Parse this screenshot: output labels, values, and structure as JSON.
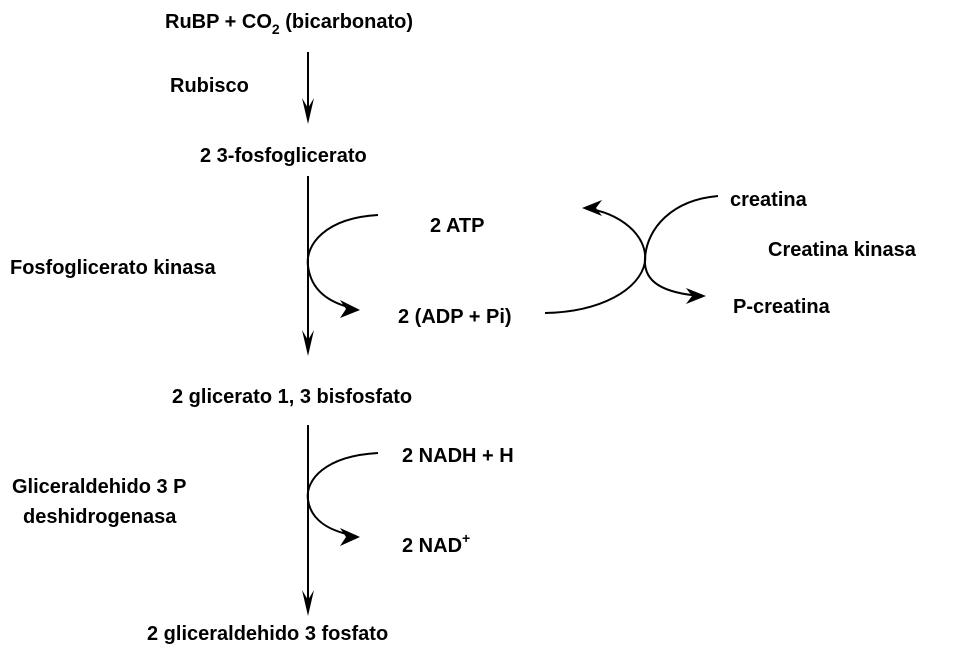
{
  "labels": {
    "reactant_prefix": "RuBP + CO",
    "reactant_subscript": "2",
    "reactant_suffix": " (bicarbonato)",
    "enzyme_rubisco": "Rubisco",
    "product_3pg": "2 3-fosfoglicerato",
    "enzyme_pgk": "Fosfoglicerato kinasa",
    "atp": "2 ATP",
    "adp": "2 (ADP + Pi)",
    "creatina": "creatina",
    "enzyme_ck": "Creatina kinasa",
    "p_creatina": "P-creatina",
    "product_bpg": "2 glicerato 1, 3 bisfosfato",
    "enzyme_gapdh_line1": "Gliceraldehido 3 P",
    "enzyme_gapdh_line2": "deshidrogenasa",
    "nadh": "2 NADH + H",
    "nad_prefix": "2 NAD",
    "nad_superscript": "+",
    "product_g3p": "2 gliceraldehido 3 fosfato"
  }
}
